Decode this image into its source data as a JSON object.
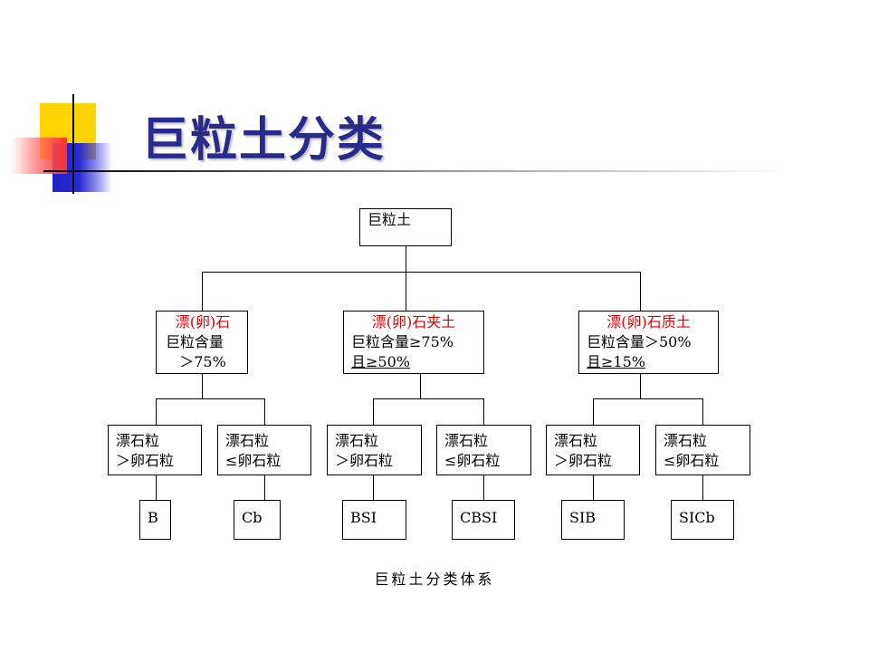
{
  "slide": {
    "title": "巨粒土分类",
    "caption": "巨粒土分类体系"
  },
  "diagram": {
    "root": "巨粒土",
    "groups": [
      {
        "name": "漂(卵)石",
        "line1": "巨粒含量",
        "line2": "＞75%",
        "children": [
          {
            "line1": "漂石粒",
            "line2": "＞卵石粒",
            "code": "B"
          },
          {
            "line1": "漂石粒",
            "line2": "≤卵石粒",
            "code": "Cb"
          }
        ]
      },
      {
        "name": "漂(卵)石夹土",
        "line1": "巨粒含量≥75%",
        "line2": "且≥50%",
        "children": [
          {
            "line1": "漂石粒",
            "line2": "＞卵石粒",
            "code": "BSI"
          },
          {
            "line1": "漂石粒",
            "line2": "≤卵石粒",
            "code": "CBSI"
          }
        ]
      },
      {
        "name": "漂(卵)石质土",
        "line1": "巨粒含量＞50%",
        "line2": "且≥15%",
        "children": [
          {
            "line1": "漂石粒",
            "line2": "＞卵石粒",
            "code": "SIB"
          },
          {
            "line1": "漂石粒",
            "line2": "≤卵石粒",
            "code": "SICb"
          }
        ]
      }
    ]
  }
}
